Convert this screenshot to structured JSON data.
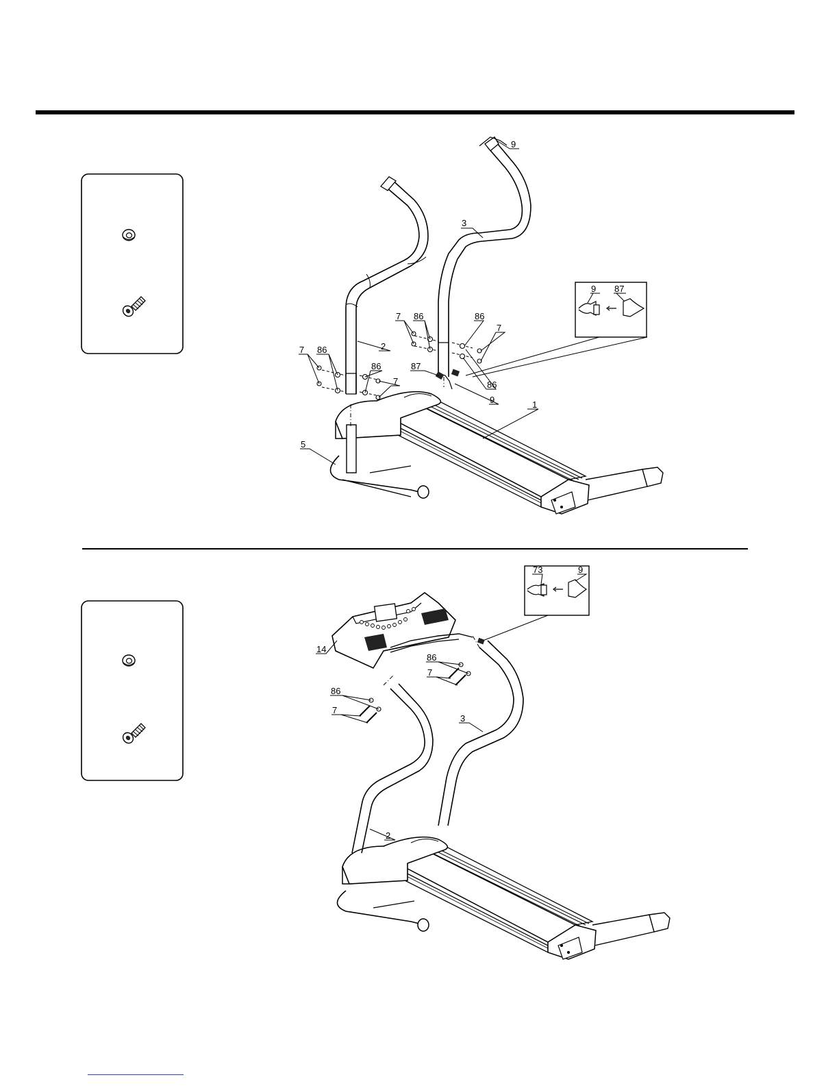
{
  "callouts": {
    "top": [
      {
        "id": "top-9-cable",
        "label": "9"
      },
      {
        "id": "top-3",
        "label": "3"
      },
      {
        "id": "top-inset-9",
        "label": "9"
      },
      {
        "id": "top-inset-87",
        "label": "87"
      },
      {
        "id": "top-7-a",
        "label": "7"
      },
      {
        "id": "top-86-a",
        "label": "86"
      },
      {
        "id": "top-86-b",
        "label": "86"
      },
      {
        "id": "top-7-b",
        "label": "7"
      },
      {
        "id": "top-7-left",
        "label": "7"
      },
      {
        "id": "top-86-left",
        "label": "86"
      },
      {
        "id": "top-2",
        "label": "2"
      },
      {
        "id": "top-86-mid",
        "label": "86"
      },
      {
        "id": "top-87",
        "label": "87"
      },
      {
        "id": "top-7-mid",
        "label": "7"
      },
      {
        "id": "top-86-right",
        "label": "86"
      },
      {
        "id": "top-9-low",
        "label": "9"
      },
      {
        "id": "top-1",
        "label": "1"
      },
      {
        "id": "top-5",
        "label": "5"
      }
    ],
    "bottom": [
      {
        "id": "bot-inset-73",
        "label": "73"
      },
      {
        "id": "bot-inset-9",
        "label": "9"
      },
      {
        "id": "bot-14",
        "label": "14"
      },
      {
        "id": "bot-86-right",
        "label": "86"
      },
      {
        "id": "bot-7-right",
        "label": "7"
      },
      {
        "id": "bot-86-left",
        "label": "86"
      },
      {
        "id": "bot-7-left",
        "label": "7"
      },
      {
        "id": "bot-3",
        "label": "3"
      },
      {
        "id": "bot-2",
        "label": "2"
      }
    ]
  }
}
